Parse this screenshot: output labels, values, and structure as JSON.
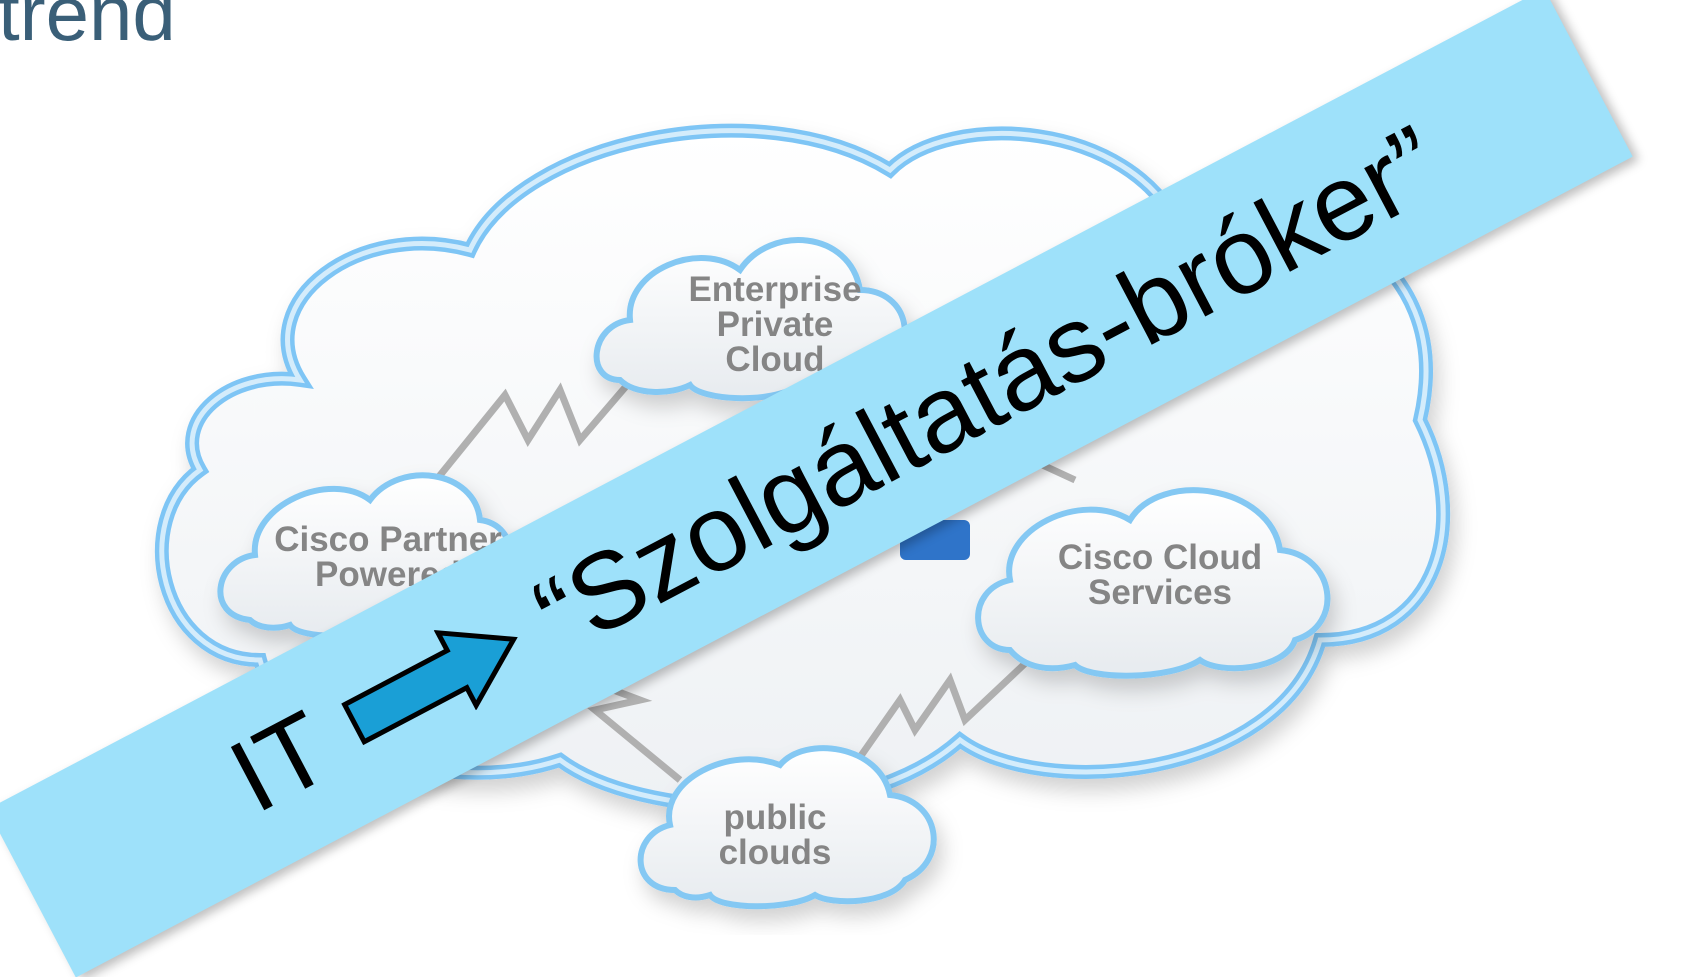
{
  "slide": {
    "title": "trend"
  },
  "diagram": {
    "clouds": [
      {
        "id": "enterprise",
        "label": "Enterprise\nPrivate\nCloud"
      },
      {
        "id": "cisco-partner",
        "label": "Cisco Partner\nPowered"
      },
      {
        "id": "cisco-cloud-services",
        "label": "Cisco Cloud\nServices"
      },
      {
        "id": "public-clouds",
        "label": "public\nclouds"
      }
    ]
  },
  "banner": {
    "left_text": "IT",
    "arrow_icon": "right-arrow-icon",
    "right_text": "“Szolgáltatás-bróker”",
    "colors": {
      "banner_bg": "#9ee1fa",
      "arrow_fill": "#1a9fd6"
    }
  }
}
